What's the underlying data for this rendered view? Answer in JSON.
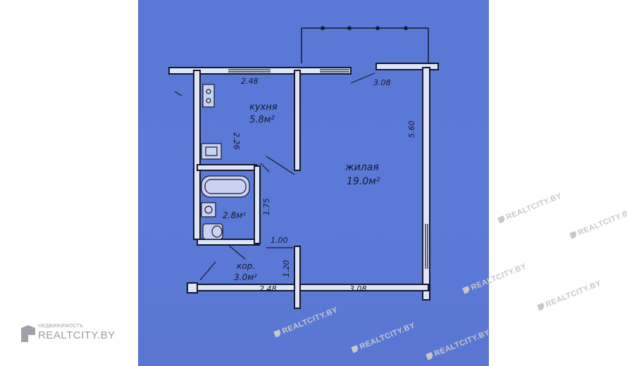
{
  "rooms": {
    "kitchen": {
      "name": "кухня",
      "area": "5.8м²"
    },
    "living": {
      "name": "жилая",
      "area": "19.0м²"
    },
    "bathroom": {
      "area": "2.8м²"
    },
    "corridor": {
      "name": "кор.",
      "area": "3.0м²"
    }
  },
  "dimensions": {
    "kitchen_width": "2.48",
    "kitchen_depth": "2.26",
    "living_top": "3.08",
    "living_side": "5.60",
    "bath_side": "1.75",
    "corridor_top": "1.00",
    "corridor_side": "1.20",
    "bottom_left": "2.48",
    "bottom_right": "3.08"
  },
  "watermark": {
    "small": "НЕДВИЖИМОСТЬ",
    "brand": "REALTCITY.BY",
    "tile": "REALTCITY.BY"
  },
  "colors": {
    "scan_blue": "#5a78d6",
    "ink": "#15182a",
    "wall_fill": "#dfe4f7"
  }
}
